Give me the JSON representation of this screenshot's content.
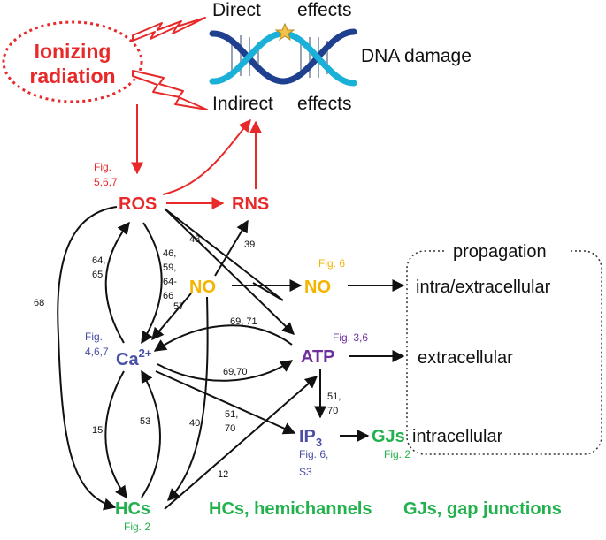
{
  "colors": {
    "red": "#e8292a",
    "orange": "#f5b400",
    "blue": "#4a4fa8",
    "purple": "#6e2fa0",
    "green": "#22b14c",
    "dna_dark": "#1f3f8f",
    "dna_light": "#1bb0d8",
    "star": "#f2c14e"
  },
  "top": {
    "ionizing_line1": "Ionizing",
    "ionizing_line2": "radiation",
    "direct": "Direct",
    "effects_top": "effects",
    "indirect": "Indirect",
    "effects_bottom": "effects",
    "dna_damage": "DNA damage"
  },
  "nodes": {
    "ros": "ROS",
    "rns": "RNS",
    "no_left": "NO",
    "no_right": "NO",
    "ca_base": "Ca",
    "ca_sup": "2+",
    "atp": "ATP",
    "ip3_base": "IP",
    "ip3_sub": "3",
    "gjs": "GJs",
    "hcs": "HCs"
  },
  "figure_refs": {
    "ros_fig_line1": "Fig.",
    "ros_fig_line2": "5,6,7",
    "no_fig": "Fig. 6",
    "ca_fig_line1": "Fig.",
    "ca_fig_line2": "4,6,7",
    "atp_fig": "Fig. 3,6",
    "ip3_fig_line1": "Fig. 6,",
    "ip3_fig_line2": "S3",
    "gjs_fig": "Fig. 2",
    "hcs_fig": "Fig. 2"
  },
  "edge_labels": {
    "e68": "68",
    "e48": "48",
    "e39": "39",
    "e64_65_a": "64,",
    "e64_65_b": "65",
    "e46_a": "46,",
    "e46_b": "59,",
    "e46_c": "64-",
    "e46_d": "66",
    "e57": "57",
    "e69_71": "69, 71",
    "e69_70": "69,70",
    "e51_70_a": "51,",
    "e51_70_b": "70",
    "e51_70_lower_a": "51,",
    "e51_70_lower_b": "70",
    "e15": "15",
    "e53": "53",
    "e40": "40",
    "e12": "12"
  },
  "propagation": {
    "title": "propagation",
    "intra_extra": "intra/extracellular",
    "extra": "extracellular",
    "intra": "intracellular"
  },
  "legend": {
    "hcs": "HCs, hemichannels",
    "gjs": "GJs, gap junctions"
  }
}
